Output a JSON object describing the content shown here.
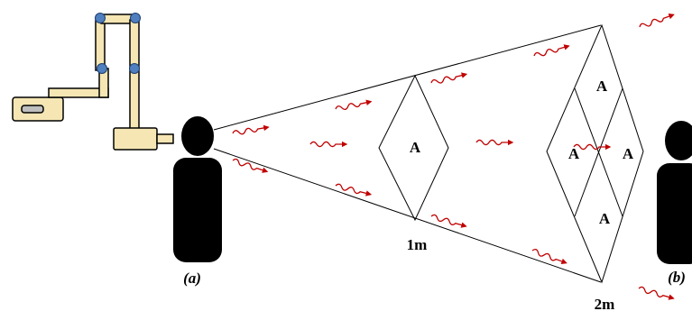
{
  "labels": {
    "distance_near": "1m",
    "distance_far": "2m",
    "panel_a": "(a)",
    "panel_b": "(b)",
    "area_symbol": "A"
  },
  "colors": {
    "wave": "#c00000",
    "person": "#000000",
    "device_fill": "#f5e6b4",
    "joint": "#4f7fbf",
    "lines": "#000000"
  },
  "icons": {
    "device": "x-ray-arm-icon",
    "person": "person-silhouette-icon",
    "radiation": "wavy-arrow-icon"
  }
}
